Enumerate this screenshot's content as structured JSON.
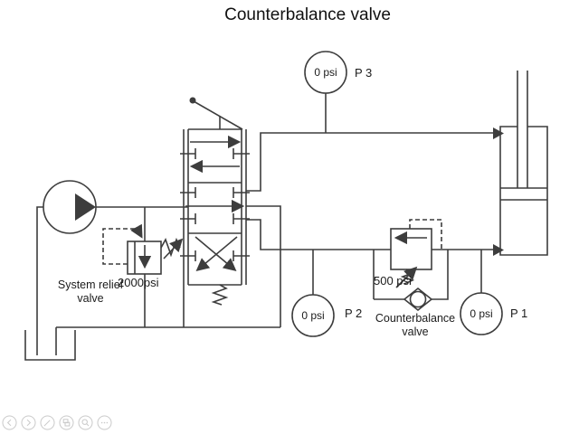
{
  "title": "Counterbalance valve",
  "colors": {
    "line": "#3d3d3d",
    "background": "#ffffff",
    "control": "#c9c9c9"
  },
  "gauges": {
    "p3": {
      "value": "0 psi",
      "label": "P 3"
    },
    "p2": {
      "value": "0 psi",
      "label": "P 2"
    },
    "p1": {
      "value": "0 psi",
      "label": "P 1"
    }
  },
  "components": {
    "system_relief_valve": {
      "label_line1": "System relief",
      "label_line2": "valve",
      "setting": "2000psi"
    },
    "counterbalance_valve": {
      "label_line1": "Counterbalance",
      "label_line2": "valve",
      "setting": "500 psi"
    }
  },
  "toolbar": {
    "icons": [
      {
        "name": "previous-slide-icon"
      },
      {
        "name": "next-slide-icon"
      },
      {
        "name": "pen-icon"
      },
      {
        "name": "see-all-slides-icon"
      },
      {
        "name": "zoom-icon"
      },
      {
        "name": "more-options-icon"
      }
    ]
  }
}
